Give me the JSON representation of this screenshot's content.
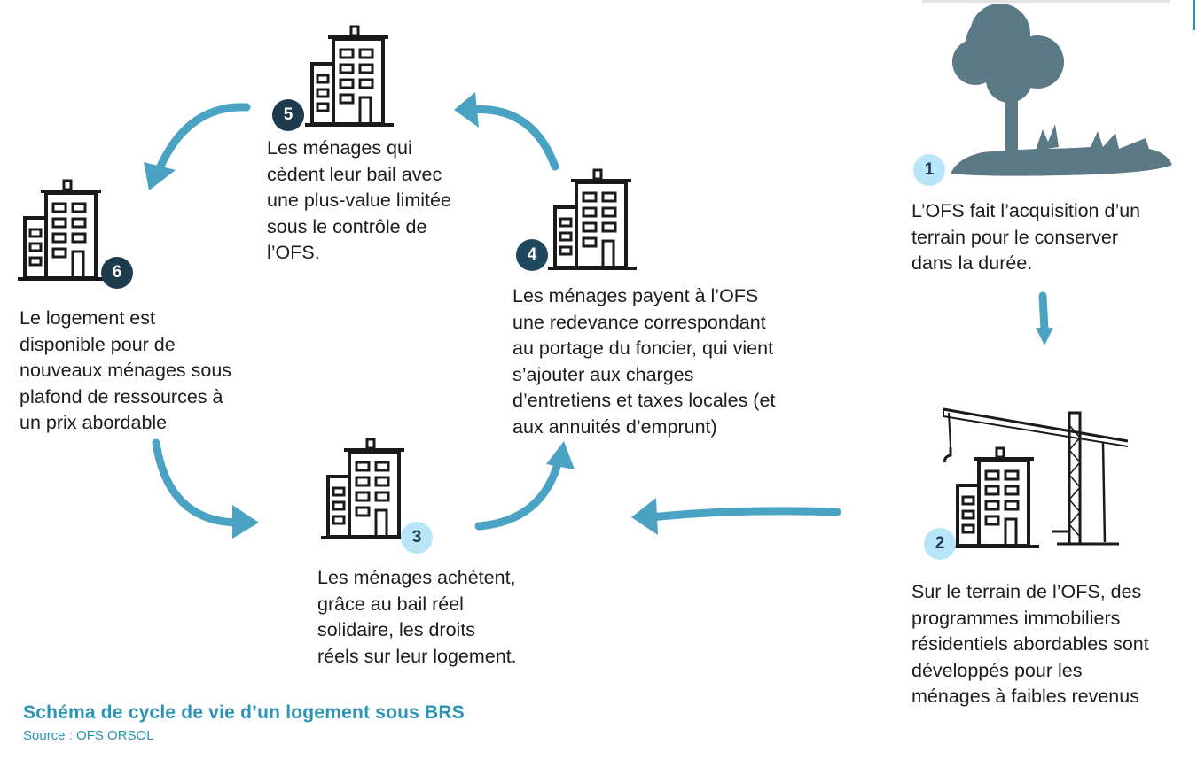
{
  "steps": [
    {
      "number": "1",
      "text": [
        "L’OFS fait l’acquisition d’un",
        "terrain pour le conserver",
        "dans la durée."
      ]
    },
    {
      "number": "2",
      "text": [
        "Sur le terrain de l’OFS, des",
        "programmes immobiliers",
        "résidentiels abordables sont",
        "développés pour les",
        "ménages à faibles revenus"
      ]
    },
    {
      "number": "3",
      "text": [
        "Les ménages achètent,",
        "grâce au bail réel",
        "solidaire, les droits",
        "réels sur leur logement."
      ]
    },
    {
      "number": "4",
      "text": [
        "Les ménages payent à l’OFS",
        "une redevance correspondant",
        "au portage du foncier, qui vient",
        "s’ajouter aux charges",
        "d’entretiens et taxes locales (et",
        "aux annuités d’emprunt)"
      ]
    },
    {
      "number": "5",
      "text": [
        "Les ménages qui",
        "cèdent leur bail avec",
        "une plus-value limitée",
        "sous le contrôle de",
        "l’OFS."
      ]
    },
    {
      "number": "6",
      "text": [
        "Le logement est",
        "disponible pour de",
        "nouveaux ménages sous",
        "plafond de ressources à",
        "un prix abordable"
      ]
    }
  ],
  "caption": {
    "title": "Schéma de cycle de vie d’un logement sous BRS",
    "source": "Source : OFS ORSOL"
  },
  "colors": {
    "arrow": "#4ba3c4",
    "icon": "#1a1a1a",
    "tree": "#5b7a85",
    "badge_dark": "#1e3b4d",
    "badge_light": "#b8e6f8",
    "caption": "#2a93b6"
  },
  "icons": [
    "tree-icon",
    "crane-icon",
    "building-icon"
  ]
}
